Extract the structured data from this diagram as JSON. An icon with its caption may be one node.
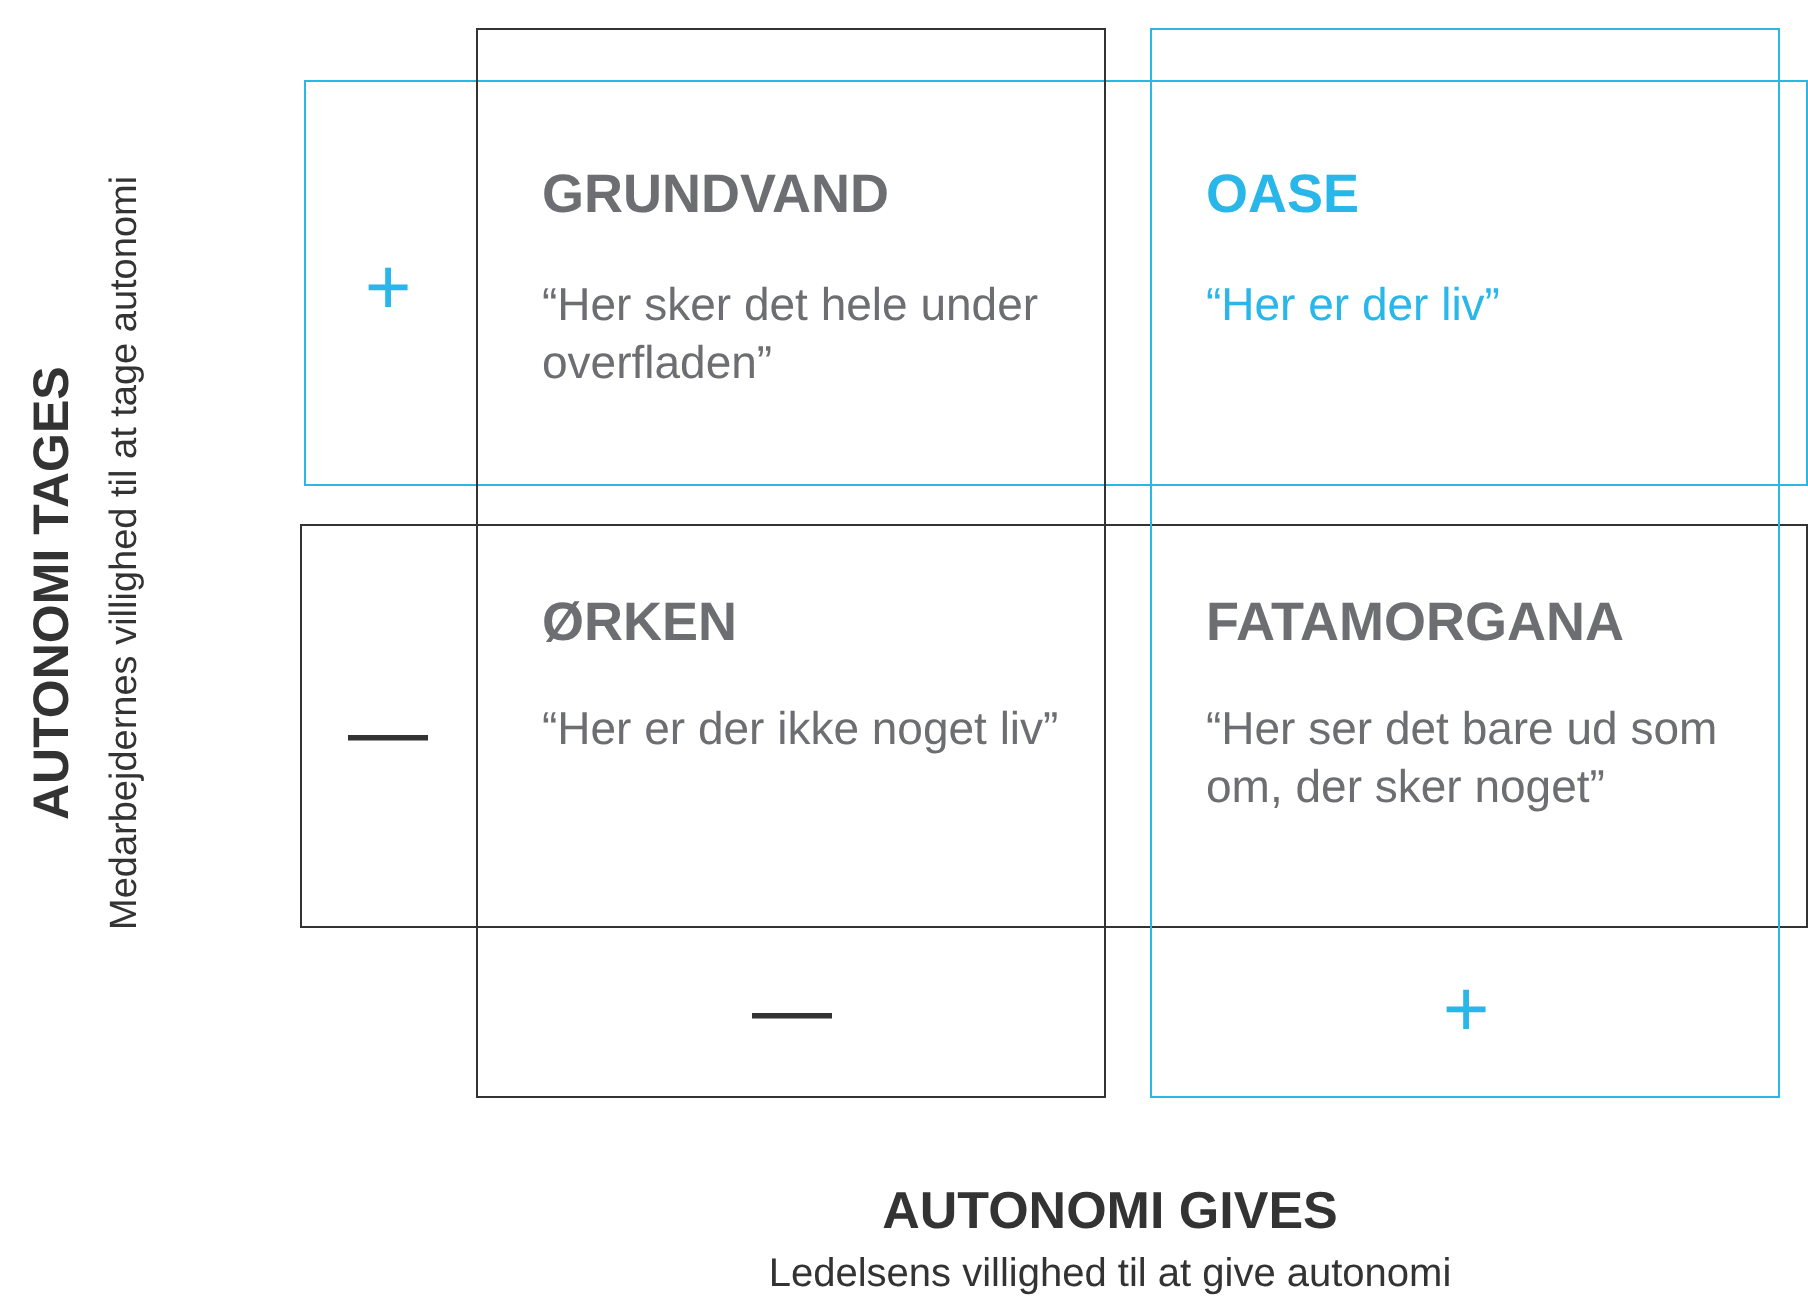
{
  "diagram": {
    "nodes": [
      {
        "text": [
          "+"
        ]
      },
      {
        "text": [
          "—"
        ]
      },
      {
        "text": [
          "—"
        ]
      },
      {
        "text": [
          "+"
        ]
      }
    ],
    "labels": [
      "AUTONOMI TAGES",
      "Medarbejdernes villighed til at tage autonomi",
      "GRUNDVAND",
      "“Her sker det hele under overfladen”",
      "OASE",
      "“Her er der liv”",
      "ØRKEN",
      "“Her er der ikke noget liv”",
      "FATAMORGANA",
      "“Her ser det bare ud som om, der sker noget”",
      "AUTONOMI GIVES",
      "Ledelsens villighed til at give autonomi"
    ]
  }
}
